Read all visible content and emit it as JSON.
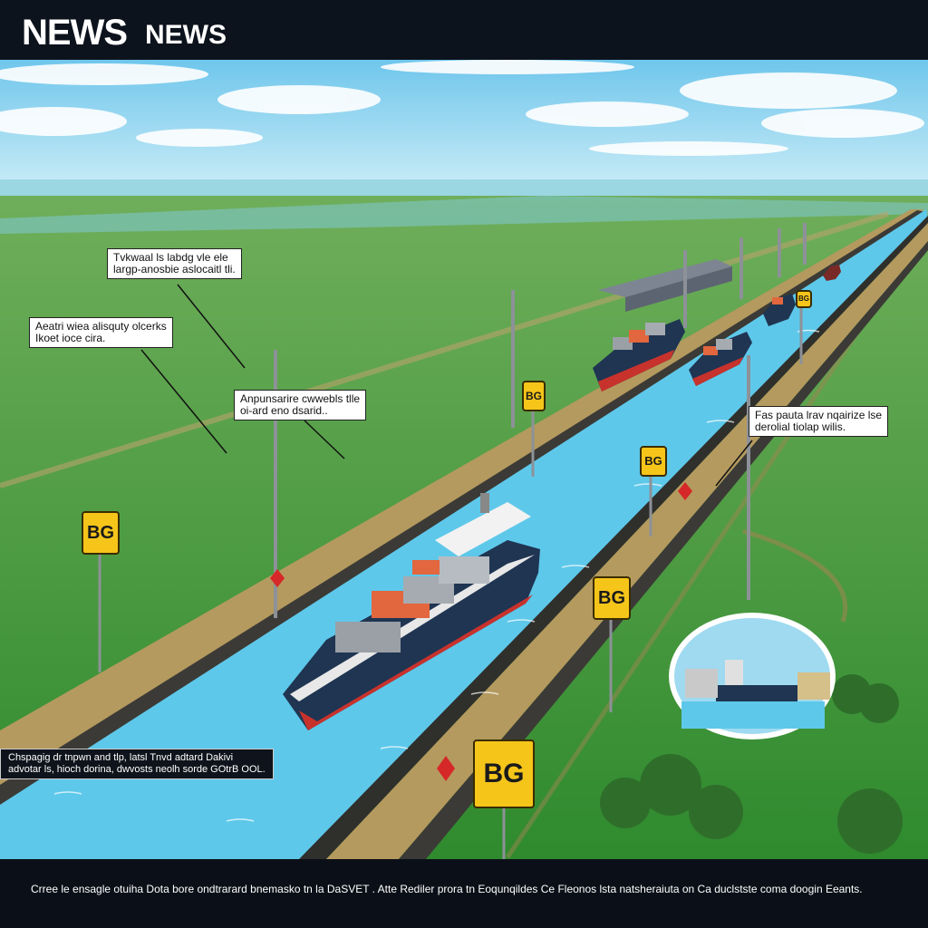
{
  "header": {
    "brand_main": "NEWS",
    "brand_sub": "NEWS"
  },
  "callouts": {
    "c1": "Tvkwaal ls labdg vle ele\nlargp-anosbie aslocaitl tli.",
    "c2": "Aeatri wiea alisquty olcerks\nIkoet ioce cira.",
    "c3": "Anpunsarire cwwebls tlle\noi-ard eno dsarid..",
    "c4": "Fas pauta lrav nqairize lse\nderolial tiolap wilis."
  },
  "signs": {
    "label": "BG"
  },
  "caption_box": "Chspagig dr tnpwn and tlp, latsl Tnvd adtard Dakivi\nadvotar ls, hioch dorina, dwvosts neolh sorde GOtrB OOL.",
  "footer": {
    "text": "Crree le ensagle otuiha Dota bore ondtrarard bnemasko tn la DaSVET . Atte Rediler prora tn Eoqunqildes Ce Fleonos lsta natsheraiuta on Ca duclstste coma doogin Eeants."
  },
  "colors": {
    "canal": "#5ec8ea",
    "grass": "#3f9a3a",
    "sky": "#8fd3ee",
    "sign": "#f6c51a",
    "hull_top": "#1f3552",
    "hull_bottom": "#c8322c"
  }
}
